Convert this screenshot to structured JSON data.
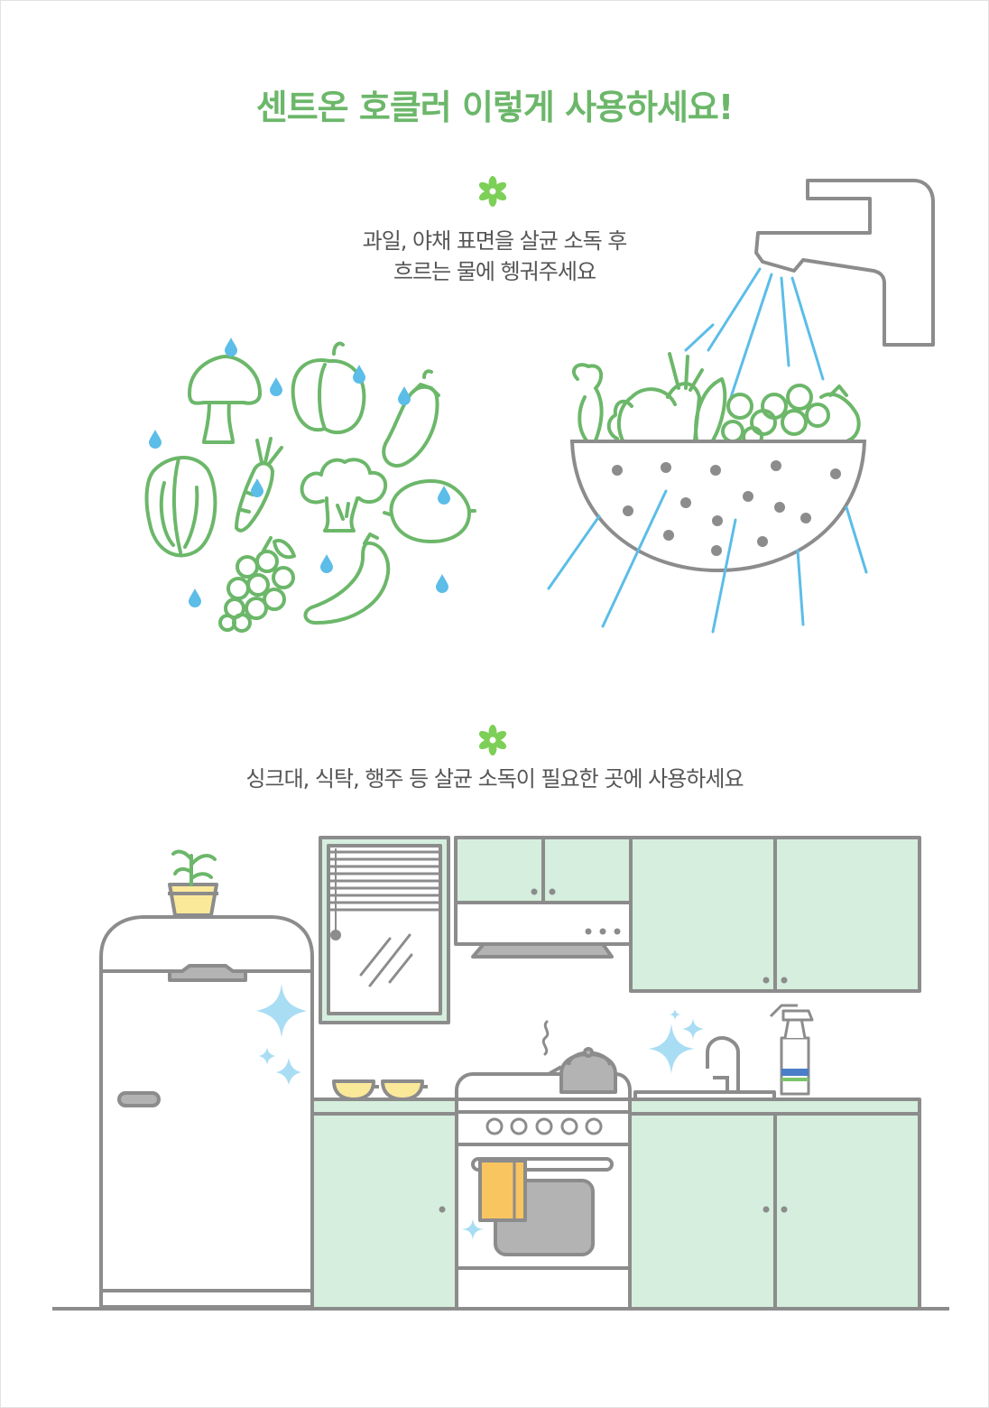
{
  "page": {
    "title": "센트온 호클러 이렇게 사용하세요!",
    "section1": {
      "icon": "asterisk-flower-icon",
      "line1": "과일, 야채 표면을 살균 소독 후",
      "line2": "흐르는 물에 헹궈주세요"
    },
    "section2": {
      "icon": "asterisk-flower-icon",
      "line1": "싱크대, 식탁, 행주 등 살균 소독이 필요한 곳에 사용하세요"
    }
  },
  "colors": {
    "title_green": "#6cb76a",
    "veg_green": "#6cb76a",
    "water_blue": "#5bbde8",
    "outline_gray": "#8c8c8c",
    "cabinet_mint": "#d5eedd",
    "towel_yellow": "#f9c560",
    "pot_yellow": "#fbe99a"
  }
}
